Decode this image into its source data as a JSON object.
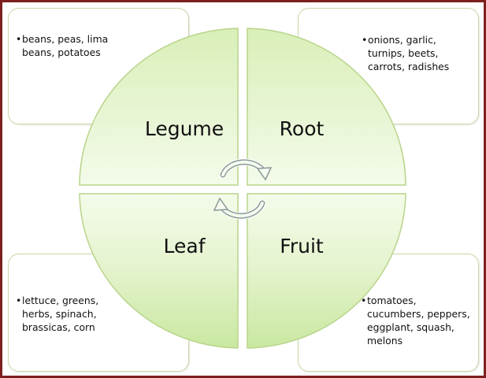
{
  "diagram": {
    "quadrants": [
      {
        "id": "legume",
        "label": "Legume",
        "items": [
          "beans, peas, lima beans, potatoes"
        ]
      },
      {
        "id": "root",
        "label": "Root",
        "items": [
          "onions, garlic, turnips, beets, carrots, radishes"
        ]
      },
      {
        "id": "leaf",
        "label": "Leaf",
        "items": [
          "lettuce, greens, herbs, spinach, brassicas, corn"
        ]
      },
      {
        "id": "fruit",
        "label": "Fruit",
        "items": [
          "tomatoes, cucumbers, peppers, eggplant, squash, melons"
        ]
      }
    ],
    "colors": {
      "frame_border": "#7d1f1f",
      "segment_fill_light": "#f3fbe3",
      "segment_fill_dark": "#c9e8a0",
      "segment_stroke": "#b9d48a",
      "card_border": "#c8d8a8",
      "arrow_stroke": "#7f8f8f"
    }
  }
}
